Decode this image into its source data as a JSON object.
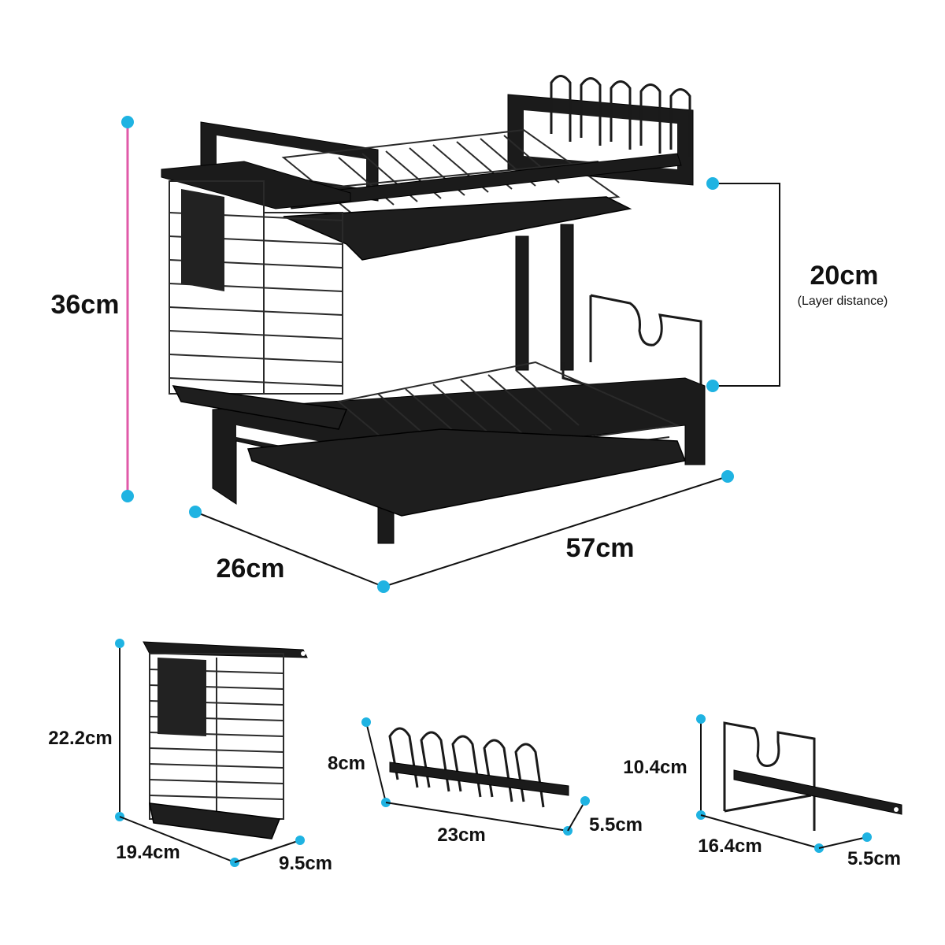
{
  "colors": {
    "dot": "#1fb3e2",
    "height_line": "#e05aa8",
    "rack": "#1b1b1b",
    "background": "#ffffff"
  },
  "main_rack": {
    "height": "36cm",
    "depth": "26cm",
    "width": "57cm",
    "layer_distance": "20cm",
    "layer_distance_note": "(Layer distance)"
  },
  "utensil_holder": {
    "height": "22.2cm",
    "width": "19.4cm",
    "depth": "9.5cm"
  },
  "cup_holder": {
    "height": "8cm",
    "length": "23cm",
    "depth": "5.5cm"
  },
  "lid_holder": {
    "height": "10.4cm",
    "length": "16.4cm",
    "depth": "5.5cm"
  }
}
